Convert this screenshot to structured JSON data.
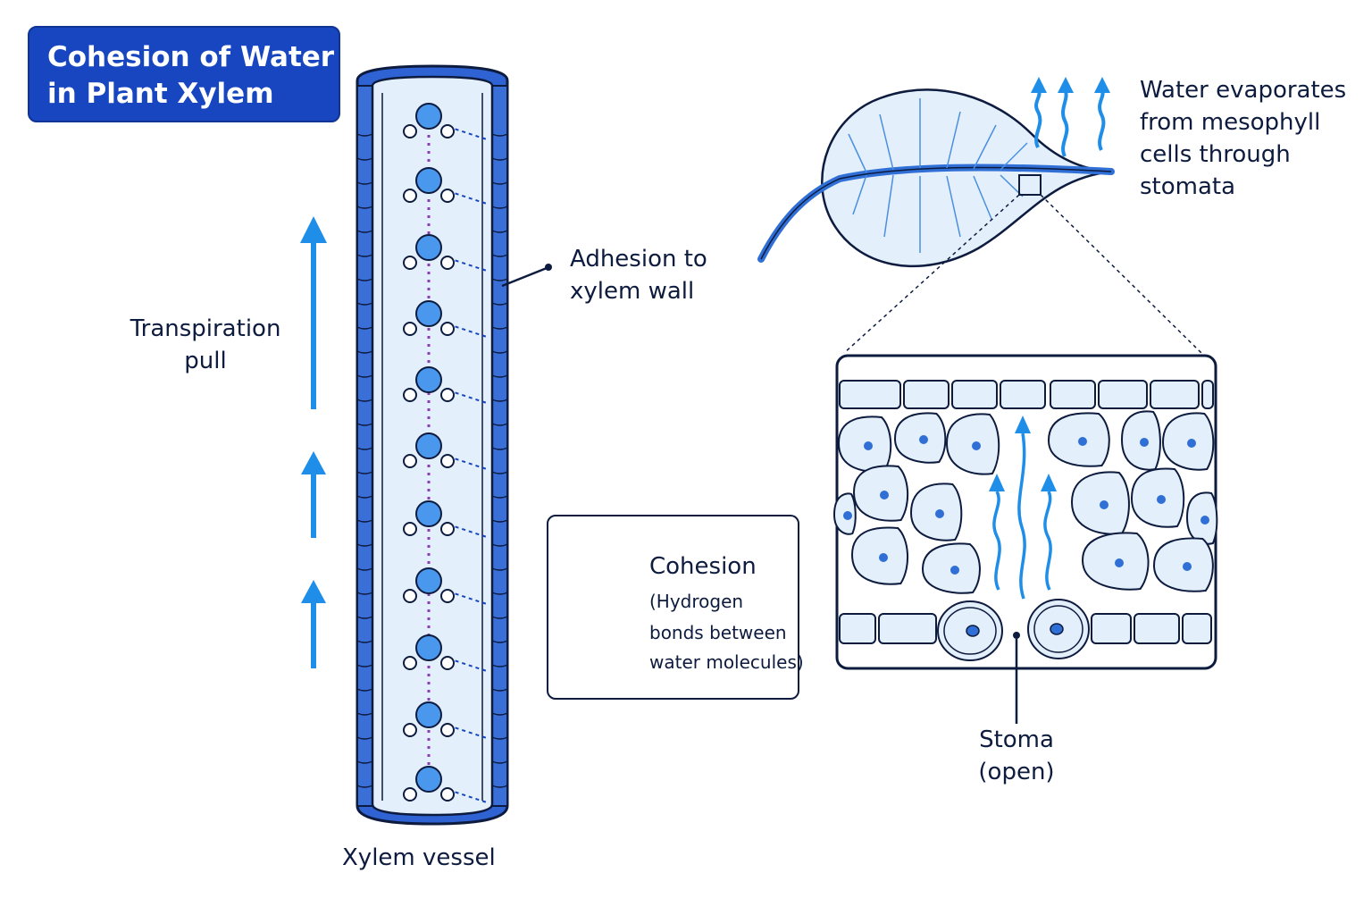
{
  "title": {
    "line1": "Cohesion of Water",
    "line2": "in Plant Xylem"
  },
  "labels": {
    "transpiration_line1": "Transpiration",
    "transpiration_line2": "pull",
    "xylem_vessel": "Xylem vessel",
    "adhesion_line1": "Adhesion to",
    "adhesion_line2": "xylem wall",
    "evaporation_lines": [
      "Water evaporates",
      "from mesophyll",
      "cells through",
      "stomata"
    ],
    "stoma_line1": "Stoma",
    "stoma_line2": "(open)"
  },
  "legend": {
    "title": "Cohesion",
    "lines": [
      "(Hydrogen",
      "bonds between",
      "water molecules)"
    ]
  },
  "colors": {
    "navy": "#0d1b3e",
    "title_bg": "#1746c0",
    "vessel_wall": "#3b6fd8",
    "vessel_fill": "#e3effb",
    "molecule": "#4a97ee",
    "hydrogen_bond": "#8a3bb5",
    "arrow": "#1f8ee8",
    "cell_fill": "#e3effb"
  }
}
